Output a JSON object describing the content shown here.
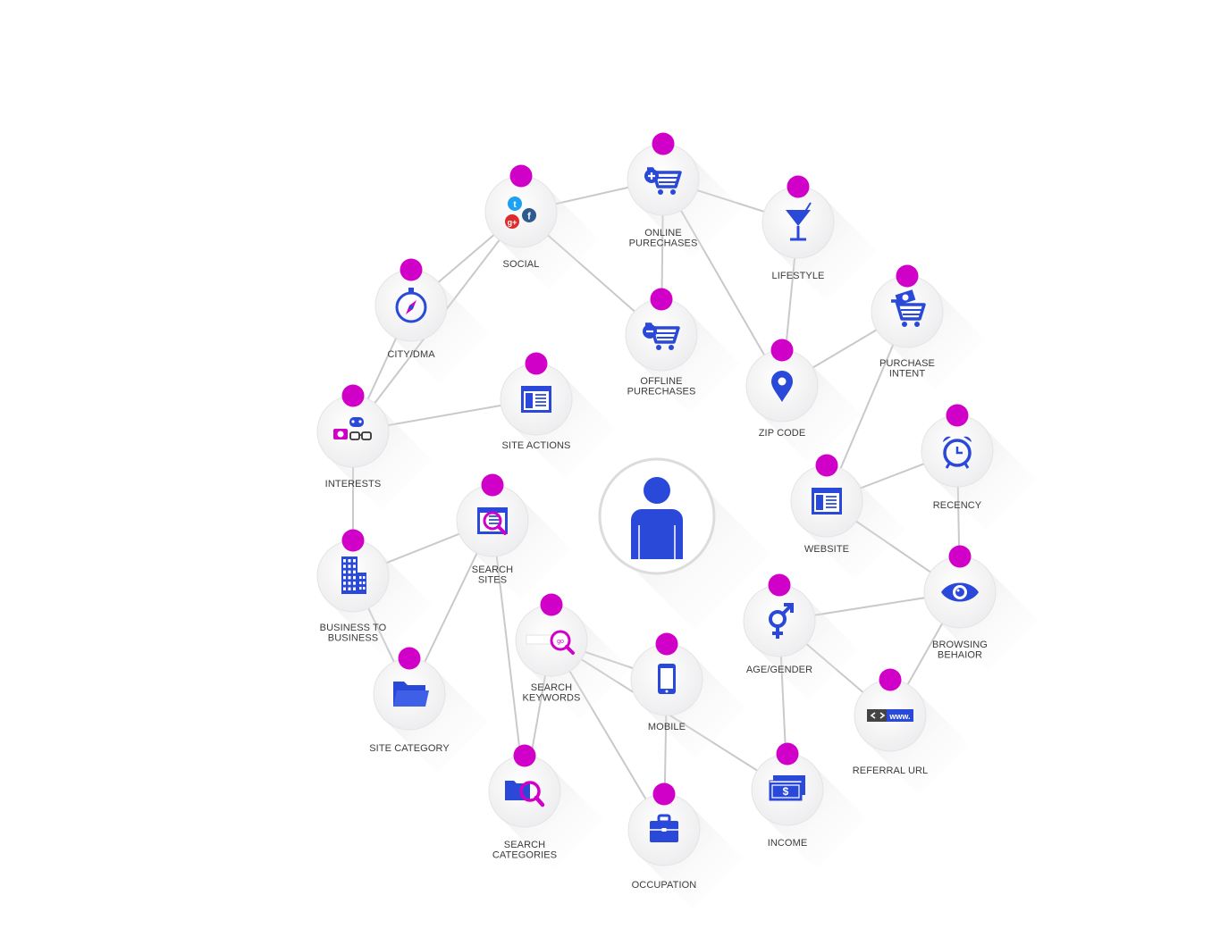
{
  "diagram": {
    "center": {
      "name": "user",
      "icon": "person-icon"
    },
    "colors": {
      "icon_blue": "#2a49d8",
      "accent_magenta": "#d100c8",
      "node_fill": "#f1f1f2",
      "connector": "#c9c9cc",
      "label": "#3b3b3b"
    },
    "nodes": [
      {
        "id": "social",
        "label": [
          "SOCIAL"
        ],
        "icon": "social-media-icon"
      },
      {
        "id": "online-purchases",
        "label": [
          "ONLINE",
          "PURECHASES"
        ],
        "icon": "cart-add-icon"
      },
      {
        "id": "lifestyle",
        "label": [
          "LIFESTYLE"
        ],
        "icon": "cocktail-icon"
      },
      {
        "id": "city-dma",
        "label": [
          "CITY/DMA"
        ],
        "icon": "compass-icon"
      },
      {
        "id": "offline-purchases",
        "label": [
          "OFFLINE",
          "PURECHASES"
        ],
        "icon": "cart-remove-icon"
      },
      {
        "id": "purchase-intent",
        "label": [
          "PURCHASE",
          "INTENT"
        ],
        "icon": "cart-money-icon"
      },
      {
        "id": "zip-code",
        "label": [
          "ZIP CODE"
        ],
        "icon": "map-pin-icon"
      },
      {
        "id": "site-actions",
        "label": [
          "SITE ACTIONS"
        ],
        "icon": "web-page-icon"
      },
      {
        "id": "interests",
        "label": [
          "INTERESTS"
        ],
        "icon": "interests-icon"
      },
      {
        "id": "recency",
        "label": [
          "RECENCY"
        ],
        "icon": "alarm-clock-icon"
      },
      {
        "id": "website",
        "label": [
          "WEBSITE"
        ],
        "icon": "web-page-icon"
      },
      {
        "id": "search-sites",
        "label": [
          "SEARCH",
          "SITES"
        ],
        "icon": "search-page-icon"
      },
      {
        "id": "business-to-business",
        "label": [
          "BUSINESS TO",
          "BUSINESS"
        ],
        "icon": "building-icon"
      },
      {
        "id": "browsing-behaior",
        "label": [
          "BROWSING",
          "BEHAIOR"
        ],
        "icon": "eye-icon"
      },
      {
        "id": "age-gender",
        "label": [
          "AGE/GENDER"
        ],
        "icon": "gender-icon"
      },
      {
        "id": "search-keywords",
        "label": [
          "SEARCH",
          "KEYWORDS"
        ],
        "icon": "search-bar-icon"
      },
      {
        "id": "mobile",
        "label": [
          "MOBILE"
        ],
        "icon": "mobile-phone-icon"
      },
      {
        "id": "site-category",
        "label": [
          "SITE CATEGORY"
        ],
        "icon": "folder-icon"
      },
      {
        "id": "referral-url",
        "label": [
          "REFERRAL URL"
        ],
        "icon": "url-bar-icon"
      },
      {
        "id": "income",
        "label": [
          "INCOME"
        ],
        "icon": "cash-icon"
      },
      {
        "id": "search-categories",
        "label": [
          "SEARCH",
          "CATEGORIES"
        ],
        "icon": "folder-search-icon"
      },
      {
        "id": "occupation",
        "label": [
          "OCCUPATION"
        ],
        "icon": "briefcase-icon"
      }
    ],
    "edges": [
      [
        "social",
        "online-purchases"
      ],
      [
        "social",
        "city-dma"
      ],
      [
        "social",
        "offline-purchases"
      ],
      [
        "social",
        "interests"
      ],
      [
        "online-purchases",
        "offline-purchases"
      ],
      [
        "online-purchases",
        "lifestyle"
      ],
      [
        "online-purchases",
        "zip-code"
      ],
      [
        "lifestyle",
        "zip-code"
      ],
      [
        "zip-code",
        "purchase-intent"
      ],
      [
        "purchase-intent",
        "website"
      ],
      [
        "city-dma",
        "interests"
      ],
      [
        "interests",
        "site-actions"
      ],
      [
        "interests",
        "business-to-business"
      ],
      [
        "business-to-business",
        "search-sites"
      ],
      [
        "search-sites",
        "site-category"
      ],
      [
        "search-sites",
        "search-categories"
      ],
      [
        "website",
        "recency"
      ],
      [
        "website",
        "browsing-behaior"
      ],
      [
        "recency",
        "browsing-behaior"
      ],
      [
        "browsing-behaior",
        "age-gender"
      ],
      [
        "browsing-behaior",
        "referral-url"
      ],
      [
        "age-gender",
        "referral-url"
      ],
      [
        "age-gender",
        "income"
      ],
      [
        "search-keywords",
        "mobile"
      ],
      [
        "search-keywords",
        "occupation"
      ],
      [
        "search-keywords",
        "income"
      ],
      [
        "search-keywords",
        "search-categories"
      ],
      [
        "mobile",
        "occupation"
      ],
      [
        "business-to-business",
        "site-category"
      ]
    ]
  }
}
